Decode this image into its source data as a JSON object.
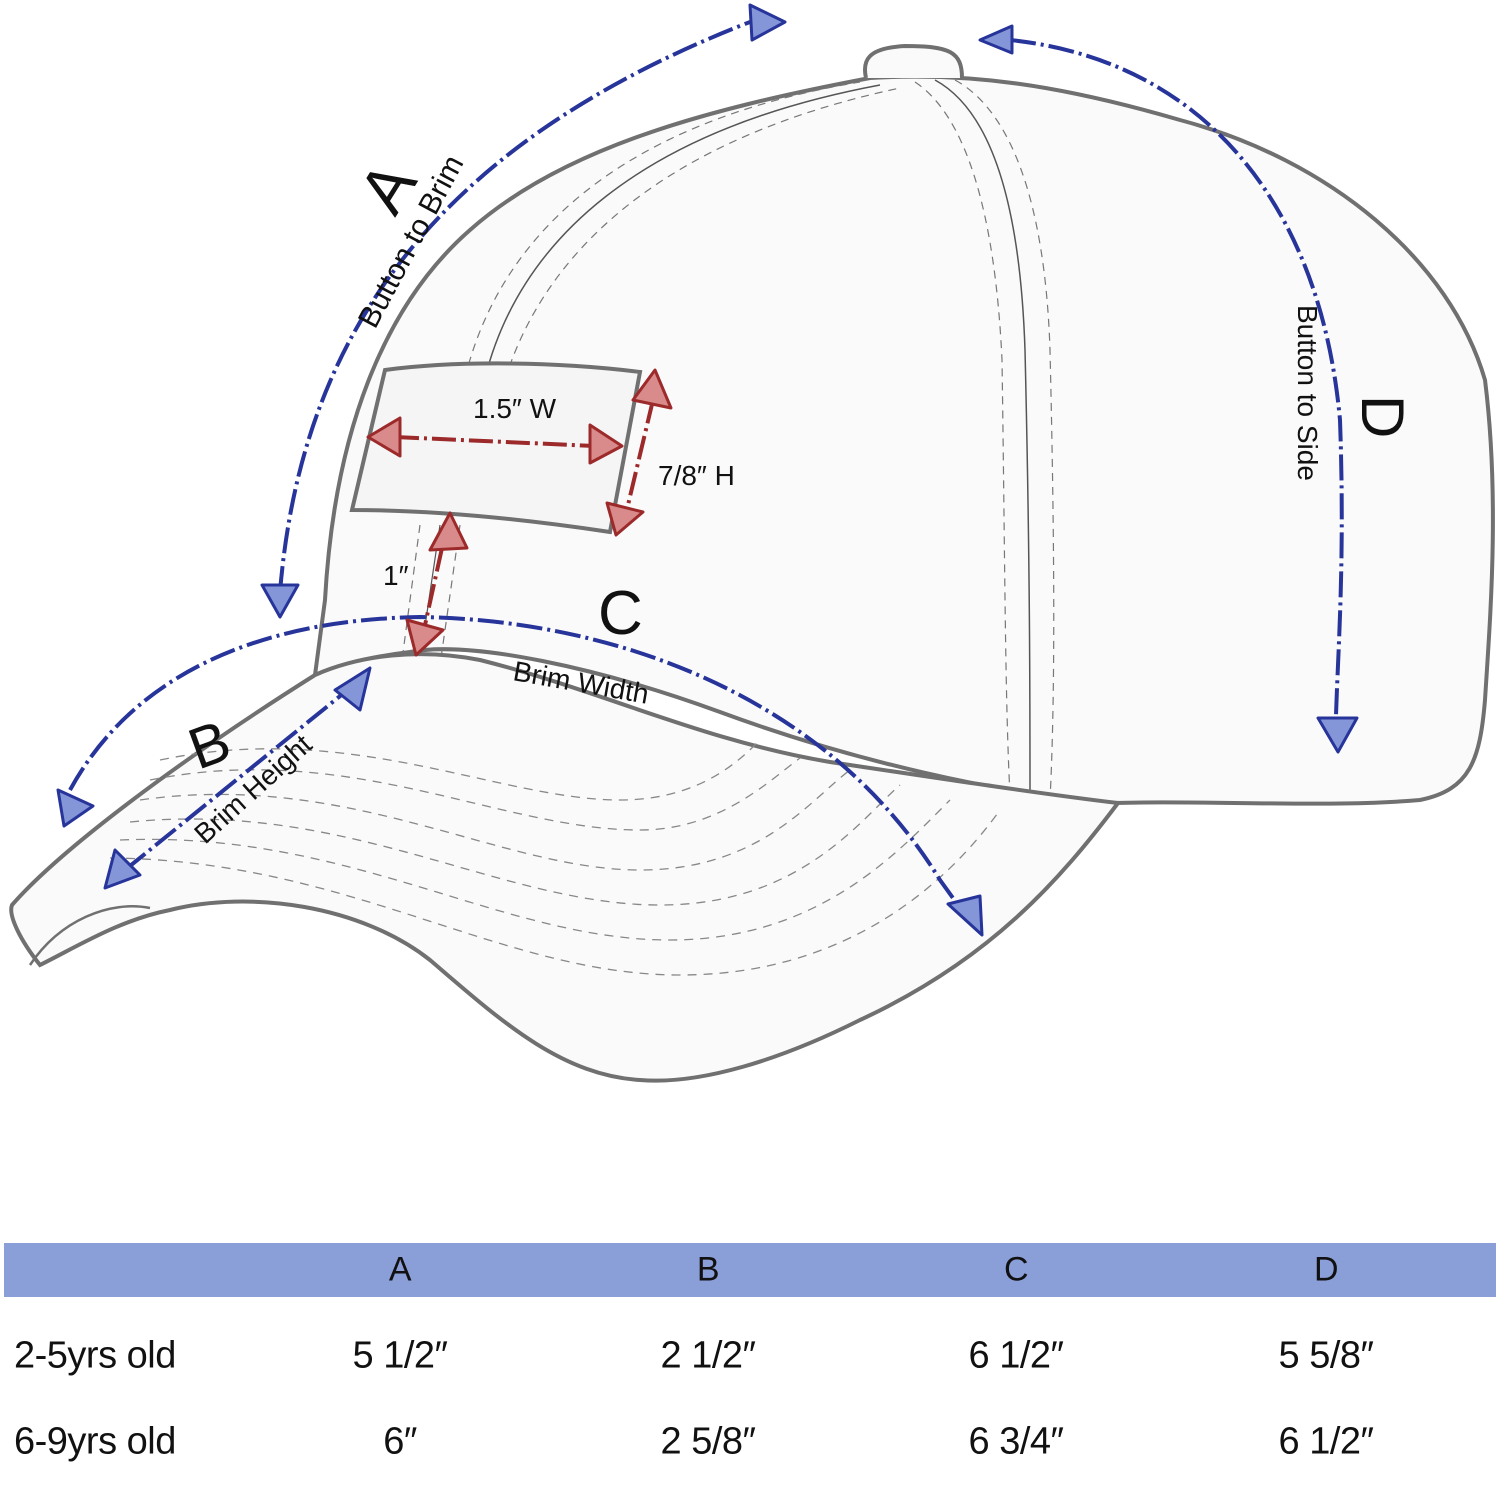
{
  "diagram": {
    "title_labels": {
      "A": {
        "letter": "A",
        "caption": "Button to Brim"
      },
      "B": {
        "letter": "B",
        "caption": "Brim Height"
      },
      "C": {
        "letter": "C",
        "caption": "Brim Width"
      },
      "D": {
        "letter": "D",
        "caption": "Button to Side"
      }
    },
    "patch": {
      "width_label": "1.5″ W",
      "height_label": "7/8″ H",
      "offset_label": "1″"
    },
    "colors": {
      "measure_blue": "#27349a",
      "arrow_blue_fill": "#8496d8",
      "patch_red": "#9c2a2a",
      "arrow_red_fill": "#d98a8a",
      "outline_gray": "#707070",
      "cap_fill": "#fbfafb",
      "header_band": "#8a9ed8"
    }
  },
  "size_table": {
    "columns": [
      "",
      "A",
      "B",
      "C",
      "D"
    ],
    "rows": [
      {
        "label": "2-5yrs old",
        "values": [
          "5 1/2″",
          "2 1/2″",
          "6 1/2″",
          "5 5/8″"
        ]
      },
      {
        "label": "6-9yrs old",
        "values": [
          "6″",
          "2 5/8″",
          "6 3/4″",
          "6 1/2″"
        ]
      }
    ]
  }
}
